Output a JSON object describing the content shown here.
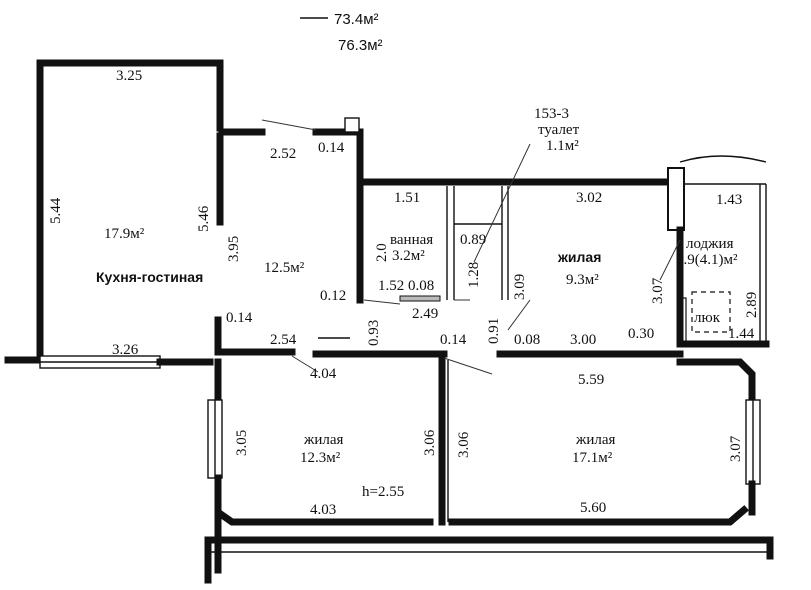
{
  "header": {
    "area_living": "73.4м²",
    "area_total": "76.3м²"
  },
  "rooms": {
    "kitchen": {
      "label": "Кухня-гостиная",
      "area": "17.9м²"
    },
    "hall": {
      "area": "12.5м²"
    },
    "bath": {
      "label": "ванная",
      "area": "3.2м²"
    },
    "toilet": {
      "code": "153-3",
      "label": "туалет",
      "area": "1.1м²"
    },
    "living_small": {
      "label": "жилая",
      "area": "9.3м²"
    },
    "loggia": {
      "label": "лоджия",
      "area": "2.9(4.1)м²"
    },
    "hatch": {
      "label": "люк"
    },
    "living_left": {
      "label": "жилая",
      "area": "12.3м²"
    },
    "living_right": {
      "label": "жилая",
      "area": "17.1м²"
    },
    "ceiling": {
      "label": "h=2.55"
    }
  },
  "dims": {
    "d_3_25": "3.25",
    "d_5_44": "5.44",
    "d_5_46": "5.46",
    "d_3_95": "3.95",
    "d_3_26": "3.26",
    "d_2_52": "2.52",
    "d_0_14a": "0.14",
    "d_1_51": "1.51",
    "d_2_0": "2.0",
    "d_0_89": "0.89",
    "d_1_28": "1.28",
    "d_1_52": "1.52",
    "d_0_08a": "0.08",
    "d_0_12": "0.12",
    "d_2_49": "2.49",
    "d_0_93": "0.93",
    "d_0_91": "0.91",
    "d_3_09": "3.09",
    "d_3_02": "3.02",
    "d_1_43": "1.43",
    "d_3_07a": "3.07",
    "d_2_89": "2.89",
    "d_0_30": "0.30",
    "d_1_44": "1.44",
    "d_0_14b": "0.14",
    "d_2_54": "2.54",
    "d_4_04": "4.04",
    "d_0_14c": "0.14",
    "d_0_08b": "0.08",
    "d_3_00": "3.00",
    "d_5_59": "5.59",
    "d_3_05": "3.05",
    "d_3_06a": "3.06",
    "d_3_06b": "3.06",
    "d_3_07b": "3.07",
    "d_4_03": "4.03",
    "d_5_60": "5.60"
  }
}
